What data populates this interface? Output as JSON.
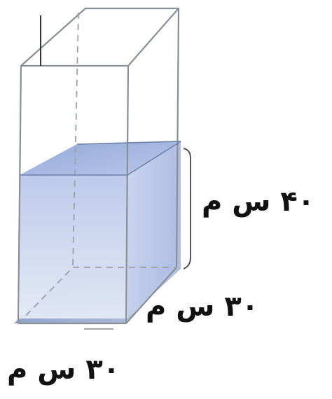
{
  "labels": {
    "height": "۴۰ س م",
    "depth": "۳۰ س م",
    "width": "۳۰ س م"
  },
  "colors": {
    "outline": "#8a8f96",
    "water_front": "#c9d3ec",
    "water_side": "#b8c5e6",
    "water_top": "#a3b6de",
    "water_bottom": "#8fa3c9"
  }
}
